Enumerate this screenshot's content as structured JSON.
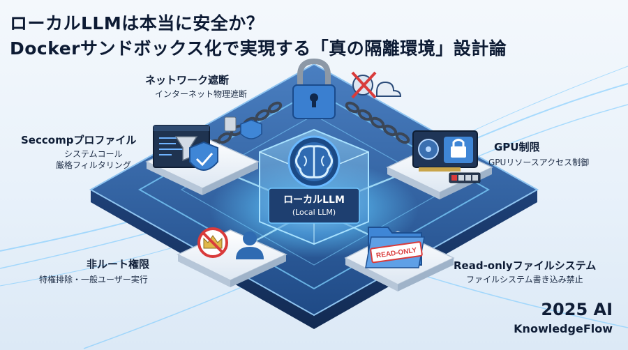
{
  "title": {
    "line1": "ローカルLLMは本当に安全か？",
    "line2": "Dockerサンドボックス化で実現する「真の隔離環境」設計論"
  },
  "center": {
    "label": "ローカルLLM",
    "sublabel": "(Local LLM)"
  },
  "features": {
    "network": {
      "title": "ネットワーク遮断",
      "desc": "インターネット物理遮断"
    },
    "seccomp": {
      "title": "Seccompプロファイル",
      "desc1": "システムコール",
      "desc2": "厳格フィルタリング"
    },
    "gpu": {
      "title": "GPU制限",
      "desc": "GPUリソースアクセス制御"
    },
    "nonroot": {
      "title": "非ルート権限",
      "desc": "特権排除・一般ユーザー実行"
    },
    "readonly": {
      "title": "Read-onlyファイルシステム",
      "desc": "ファイルシステム書き込み禁止",
      "stamp": "READ-ONLY"
    }
  },
  "brand": {
    "year": "2025 AI",
    "name": "KnowledgeFlow"
  },
  "colors": {
    "platform": "#2f5f9e",
    "platform_dark": "#1b3d73",
    "glow": "#5fc8ff",
    "danger": "#d93b3b",
    "accent": "#1f6fd1"
  },
  "icons": [
    "padlock-icon",
    "chain-icon",
    "no-cloud-icon",
    "shield-check-icon",
    "brain-icon",
    "gpu-card-icon",
    "folder-icon",
    "no-crown-icon",
    "user-icon",
    "terminal-icon",
    "funnel-icon"
  ]
}
